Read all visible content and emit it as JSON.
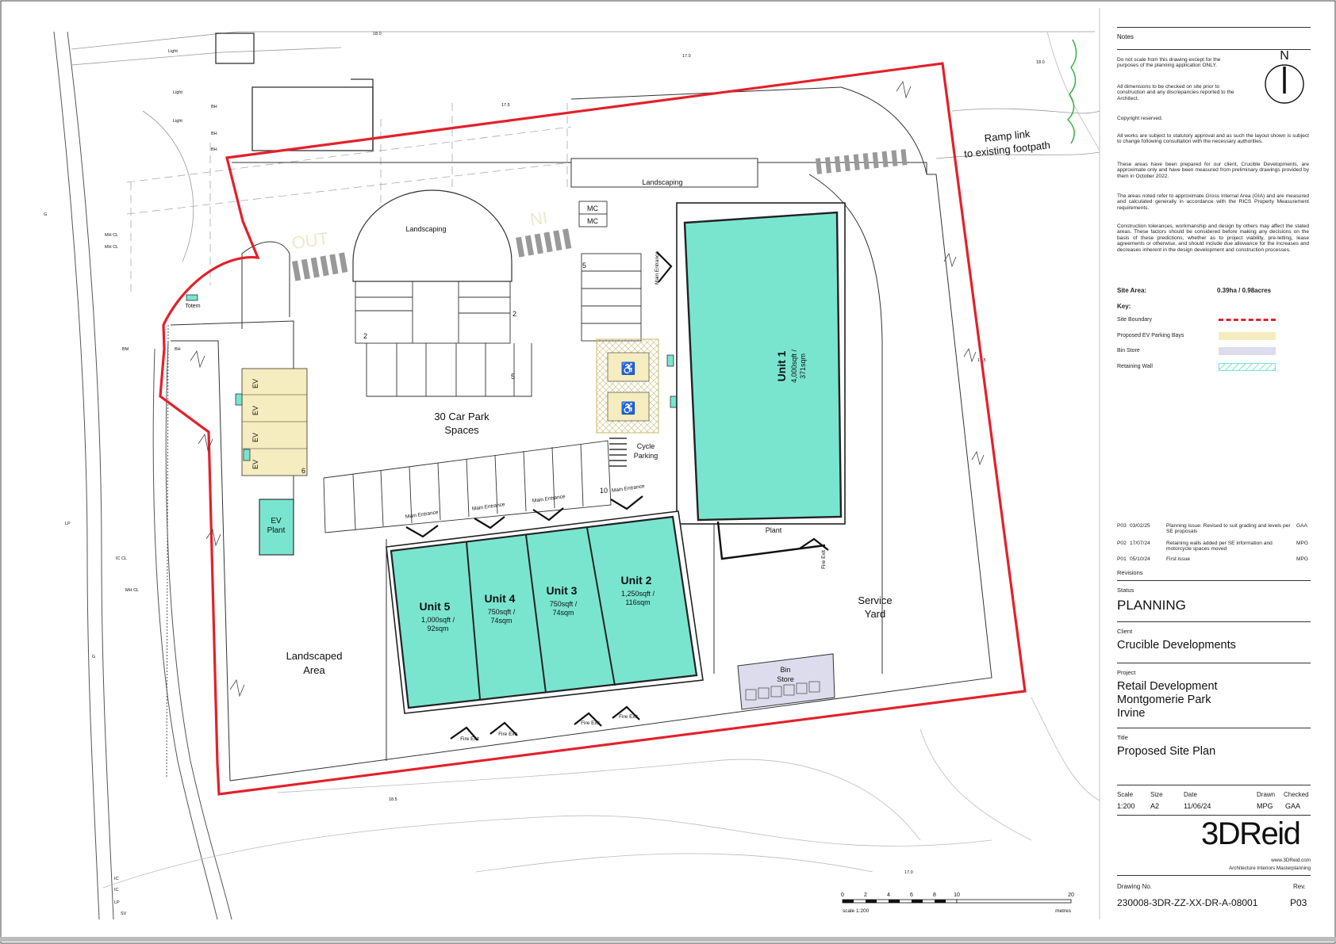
{
  "colors": {
    "boundary": "#e3202a",
    "unit_fill": "#79e5cf",
    "ev_fill": "#f5ecbf",
    "bin_fill": "#dcdcec",
    "retaining": "#79e5cf",
    "line": "#222222"
  },
  "plan": {
    "landscaping_top": "Landscaping",
    "landscaping_center": "Landscaping",
    "mc_labels": [
      "MC",
      "MC"
    ],
    "out_label": "OUT",
    "in_label": "IN",
    "ramp_link": [
      "Ramp link",
      "to existing footpath"
    ],
    "car_park": [
      "30 Car Park",
      "Spaces"
    ],
    "cycle_parking": [
      "Cycle",
      "Parking"
    ],
    "ev_plant": [
      "EV",
      "Plant"
    ],
    "totem": "Totem",
    "plant": "Plant",
    "service_yard": [
      "Service",
      "Yard"
    ],
    "landscaped_area": [
      "Landscaped",
      "Area"
    ],
    "bin_store": [
      "Bin",
      "Store"
    ],
    "bay_numbers": [
      "2",
      "2",
      "5",
      "5",
      "6",
      "10"
    ],
    "ev_bay_labels": [
      "EV",
      "EV",
      "EV",
      "EV"
    ],
    "main_entrance": "Main Entrance",
    "fire_exit": "Fire Exit",
    "units": [
      {
        "name": "Unit 1",
        "area": [
          "4,000sqft /",
          "371sqm"
        ]
      },
      {
        "name": "Unit 2",
        "area": [
          "1,250sqft /",
          "116sqm"
        ]
      },
      {
        "name": "Unit 3",
        "area": [
          "750sqft /",
          "74sqm"
        ]
      },
      {
        "name": "Unit 4",
        "area": [
          "750sqft /",
          "74sqm"
        ]
      },
      {
        "name": "Unit 5",
        "area": [
          "1,000sqft /",
          "92sqm"
        ]
      }
    ],
    "survey_labels": [
      "Light",
      "Light",
      "Light",
      "BH",
      "BH",
      "BH",
      "BH",
      "G",
      "MH CL",
      "MH CL",
      "IC CL",
      "MH CL",
      "G",
      "LP",
      "BM",
      "IC",
      "IC",
      "LP",
      "SV",
      "18.0",
      "17.5",
      "17.0",
      "18.0",
      "17.5",
      "18.5",
      "17.0"
    ],
    "scale_bar": {
      "ticks": [
        "0",
        "2",
        "4",
        "6",
        "8",
        "10",
        "20"
      ],
      "left": "scale 1:200",
      "right": "metres"
    }
  },
  "titleblock": {
    "notes_title": "Notes",
    "notes": [
      "Do not scale from this drawing except for the purposes of the planning application ONLY.",
      "All dimensions to be checked on site prior to construction and any discrepancies reported to the Architect.",
      "Copyright reserved.",
      "All works are subject to statutory approval and as such the layout shown is subject to change following consultation with the necessary authorities.",
      "These areas have been prepared for our client, Crucible Developments, are approximate only and have been measured from preliminary drawings provided by them in October 2022.",
      "The areas noted refer to approximate Gross Internal Area (GIA) and are measured and calculated generally in accordance with the RICS Property Measurement requirements.",
      "Construction tolerances, workmanship and design by others may affect the stated areas. These factors should be considered before making any decisions on the basis of these predictions, whether as to project viability, pre-letting, lease agreements or otherwise, and should include due allowance for the increases and decreases inherent in the design development and construction processes."
    ],
    "north": "N",
    "site_area_label": "Site Area:",
    "site_area_value": "0.39ha / 0.98acres",
    "key_title": "Key:",
    "key": [
      {
        "label": "Site Boundary",
        "color": "#e3202a"
      },
      {
        "label": "Proposed EV Parking Bays",
        "color": "#f5ecbf"
      },
      {
        "label": "Bin Store",
        "color": "#dcdcec"
      },
      {
        "label": "Retaining Wall",
        "color": "#79e5cf"
      }
    ],
    "revisions": [
      {
        "rev": "P03",
        "date": "03/02/25",
        "desc": "Planning issue: Revised to suit grading and levels per SE proposals",
        "by": "GAA"
      },
      {
        "rev": "P02",
        "date": "17/07/24",
        "desc": "Retaining walls added per SE information and motorcycle spaces moved",
        "by": "MPG"
      },
      {
        "rev": "P01",
        "date": "05/10/24",
        "desc": "First issue",
        "by": "MPG"
      }
    ],
    "revisions_label": "Revisions",
    "status_label": "Status",
    "status": "PLANNING",
    "client_label": "Client",
    "client": "Crucible Developments",
    "project_label": "Project",
    "project": [
      "Retail Development",
      "Montgomerie Park",
      "Irvine"
    ],
    "title_label": "Title",
    "title": "Proposed Site Plan",
    "meta_labels": [
      "Scale",
      "Size",
      "Date",
      "Drawn",
      "Checked"
    ],
    "meta_values": [
      "1:200",
      "A2",
      "11/06/24",
      "MPG",
      "GAA"
    ],
    "logo": "3DReid",
    "logo_url": "www.3DReid.com",
    "logo_tag": "Architecture Interiors Masterplanning",
    "drawing_no_label": "Drawing No.",
    "drawing_no": "230008-3DR-ZZ-XX-DR-A-08001",
    "rev_label": "Rev.",
    "rev": "P03"
  }
}
